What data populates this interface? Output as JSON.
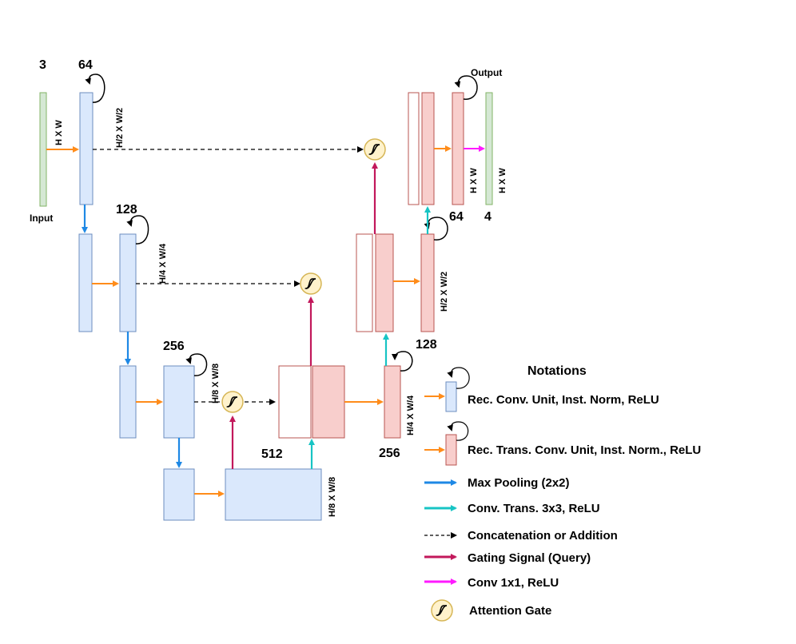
{
  "labels": {
    "input_channels": "3",
    "input_label": "Input",
    "input_dim": "H X W",
    "enc1_channels": "64",
    "enc1_dim": "H/2 X W/2",
    "enc2_channels": "128",
    "enc2_dim": "H/4 X W/4",
    "enc3_channels": "256",
    "enc3_dim": "H/8 X W/8",
    "bottleneck_channels": "512",
    "bottleneck_dim": "H/8 X W/8",
    "dec3_channels": "256",
    "dec3_dim": "H/4 X W/4",
    "dec2_channels": "128",
    "dec2_dim": "H/2 X W/2",
    "dec1_channels": "64",
    "dec1_dim": "H X W",
    "output_label": "Output",
    "output_dim": "H X W",
    "output_channels": "4"
  },
  "notations": {
    "title": "Notations",
    "items": [
      {
        "key": "rec_conv",
        "text": "Rec. Conv. Unit, Inst. Norm, ReLU"
      },
      {
        "key": "rec_trans",
        "text": "Rec. Trans. Conv. Unit, Inst. Norm., ReLU"
      },
      {
        "key": "maxpool",
        "text": "Max Pooling (2x2)"
      },
      {
        "key": "convtrans",
        "text": "Conv. Trans. 3x3, ReLU"
      },
      {
        "key": "concat",
        "text": "Concatenation or Addition"
      },
      {
        "key": "gating",
        "text": "Gating Signal (Query)"
      },
      {
        "key": "conv1x1",
        "text": "Conv 1x1, ReLU"
      },
      {
        "key": "attention",
        "text": "Attention Gate"
      }
    ]
  },
  "colors": {
    "encoder_fill": "#dae8fc",
    "encoder_stroke": "#6c8ebf",
    "decoder_fill": "#f8cecc",
    "decoder_stroke": "#b85450",
    "io_fill": "#d5e8d4",
    "io_stroke": "#82b366",
    "orange_arrow": "#ff8c1a",
    "blue_arrow": "#1e88e5",
    "cyan_arrow": "#17c4c4",
    "gating_arrow": "#c2185b",
    "magenta_arrow": "#ff1aff",
    "gate_fill": "#fff2cc",
    "gate_stroke": "#d6b656"
  }
}
